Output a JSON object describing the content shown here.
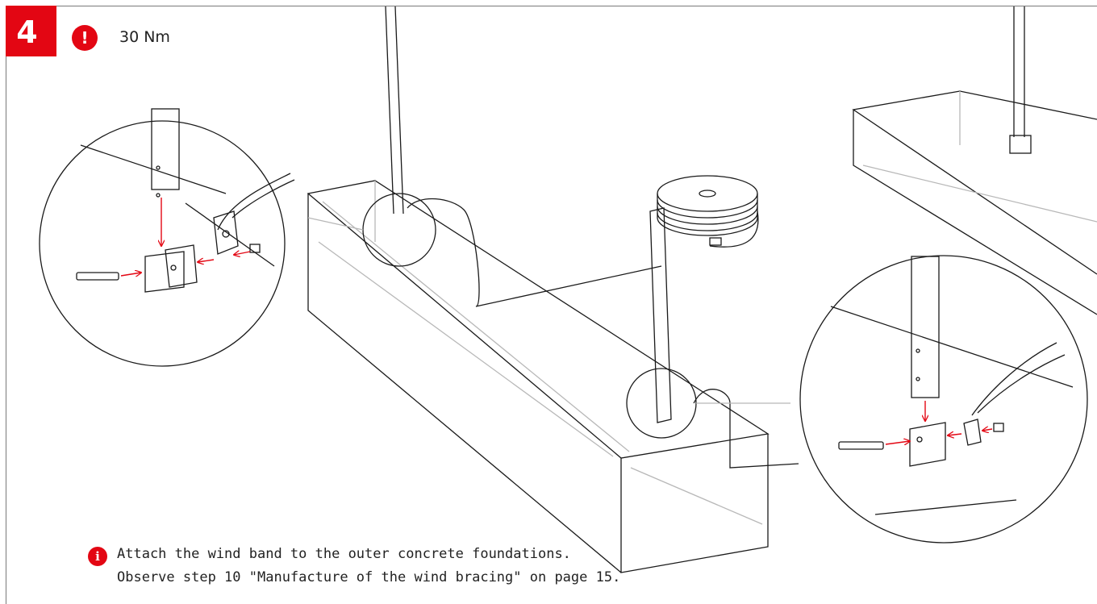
{
  "step": {
    "number": "4"
  },
  "warning": {
    "icon": "exclamation-icon",
    "text": "30 Nm"
  },
  "info": {
    "icon": "info-icon",
    "lines": [
      "Attach the wind band to the outer concrete foundations.",
      "Observe step 10 \"Manufacture of the wind bracing\" on page 15."
    ]
  },
  "colors": {
    "accent": "#e30613",
    "line": "#1a1a1a",
    "hidden_line": "#b8b8b8"
  }
}
